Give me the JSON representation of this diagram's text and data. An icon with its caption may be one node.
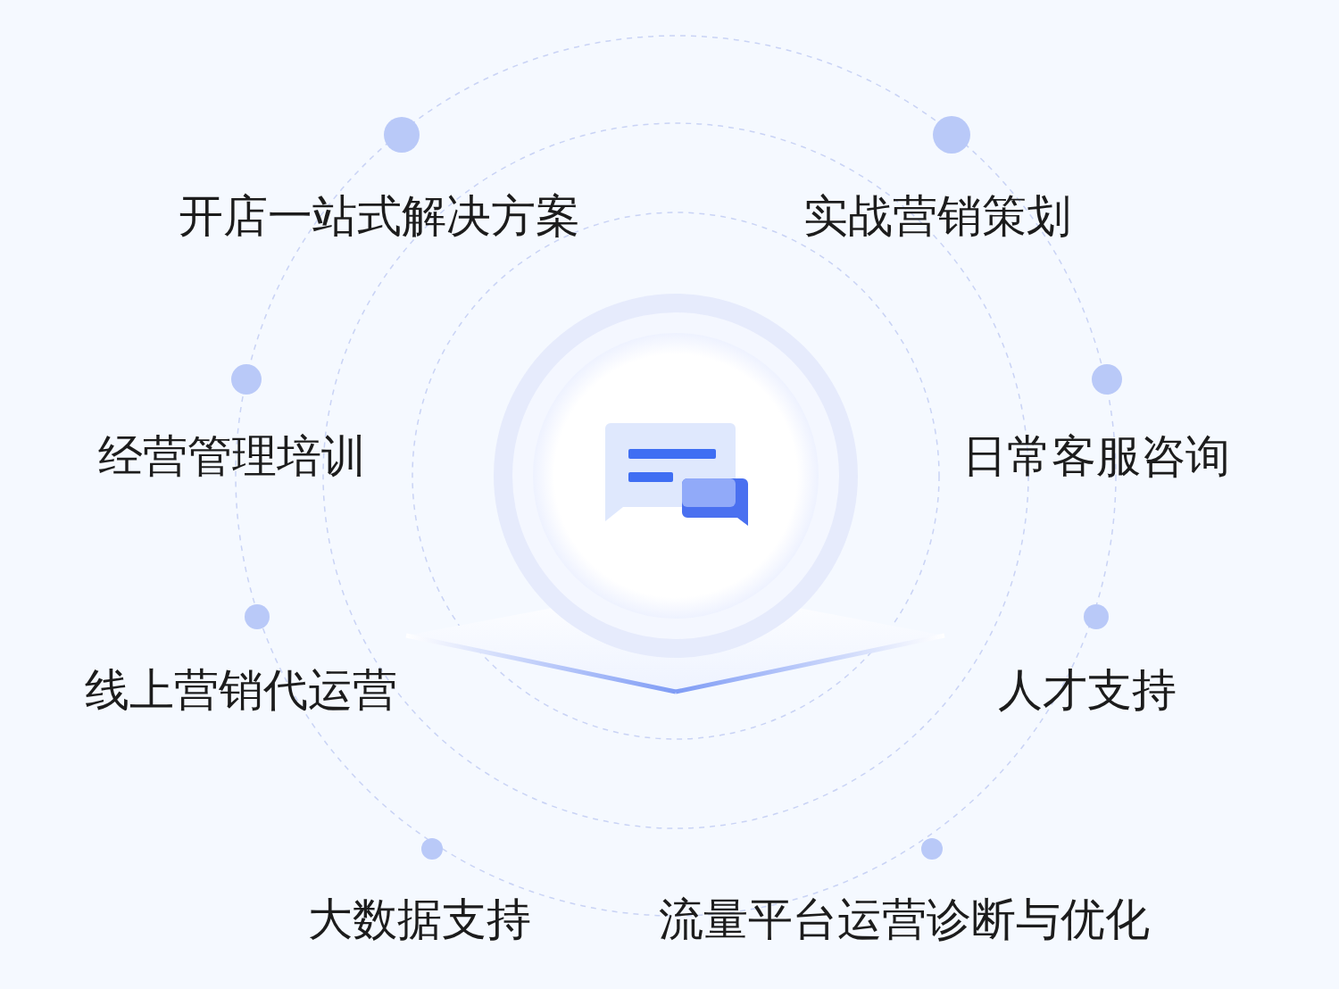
{
  "diagram": {
    "labels": [
      "开店一站式解决方案",
      "实战营销策划",
      "经营管理培训",
      "日常客服咨询",
      "线上营销代运营",
      "人才支持",
      "大数据支持",
      "流量平台运营诊断与优化"
    ]
  }
}
